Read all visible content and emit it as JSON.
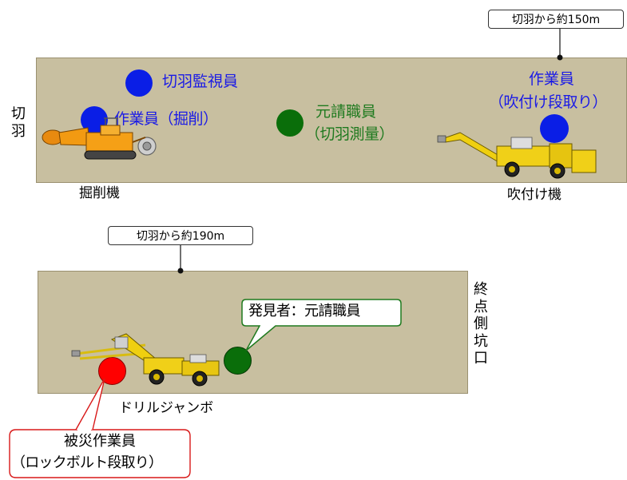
{
  "upper_section": {
    "distance_label": "切羽から約150m",
    "face_label_chars": [
      "切",
      "羽"
    ],
    "people": {
      "supervisor": "切羽監視員",
      "worker_excavation": "作業員（掘削）",
      "prime_contractor_line1": "元請職員",
      "prime_contractor_line2": "（切羽測量）",
      "worker_spray_line1": "作業員",
      "worker_spray_line2": "（吹付け段取り）"
    },
    "machines": {
      "excavator": "掘削機",
      "sprayer": "吹付け機"
    }
  },
  "lower_section": {
    "distance_label": "切羽から約190m",
    "end_label_chars": [
      "終",
      "点",
      "側",
      "坑",
      "口"
    ],
    "discoverer": "発見者：元請職員",
    "machine": "ドリルジャンボ",
    "victim_line1": "被災作業員",
    "victim_line2": "（ロックボルト段取り）"
  },
  "colors": {
    "worker_blue": "#0a1ee6",
    "contractor_green": "#0a6e0a",
    "victim_red": "#ff0000",
    "tunnel": "#c8bfa0",
    "machine_yellow": "#e8c800",
    "excavator_orange": "#f08a00"
  }
}
